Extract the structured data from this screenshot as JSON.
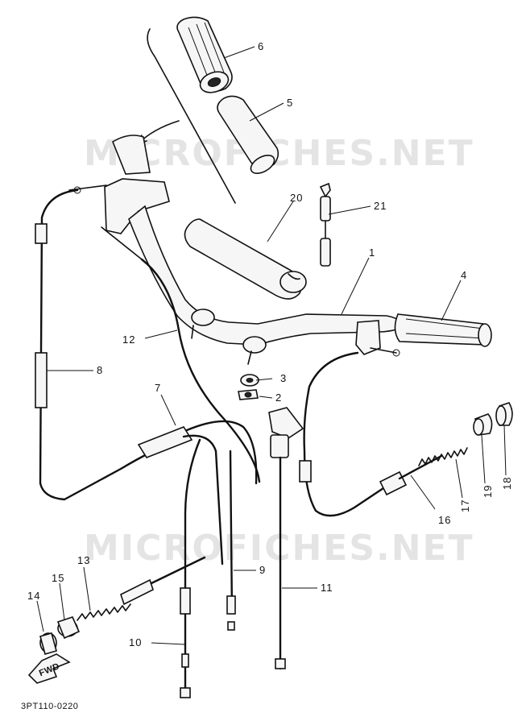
{
  "diagram": {
    "watermarks": [
      "MICROFICHES.NET",
      "MICROFICHES.NET"
    ],
    "drawing_code": "3PT110-0220",
    "fwd_label": "FWD",
    "callouts": [
      "1",
      "2",
      "3",
      "4",
      "5",
      "6",
      "7",
      "8",
      "9",
      "10",
      "11",
      "12",
      "13",
      "14",
      "15",
      "16",
      "17",
      "18",
      "19",
      "20",
      "21"
    ]
  }
}
